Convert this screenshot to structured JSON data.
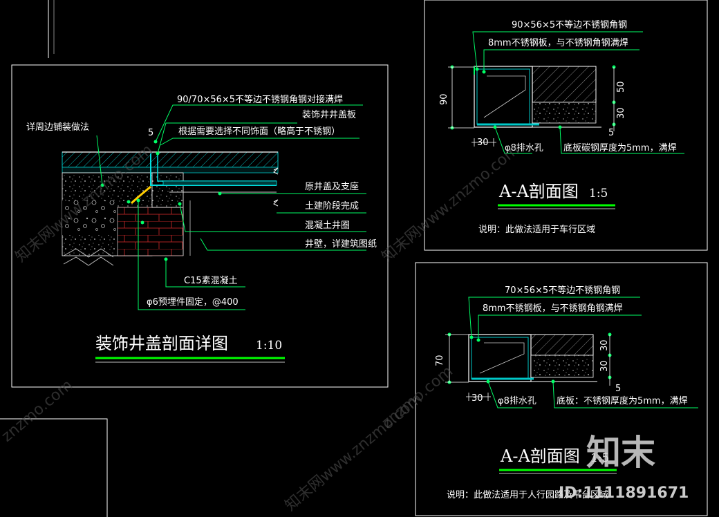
{
  "colors": {
    "frame": "#ffffff",
    "leader": "#00ff66",
    "hatch": "#00c8c8",
    "rebar": "#ffcc00",
    "underline": "#00ff00",
    "text": "#ffffff"
  },
  "left_detail": {
    "callouts": [
      "90/70×56×5不等边不锈钢角钢对接满焊",
      "装饰井井盖板",
      "根据需要选择不同饰面（略高于不锈钢）",
      "原井盖及支座",
      "土建阶段完成",
      "混凝土井圈",
      "井壁，详建筑图纸",
      "C15素混凝土",
      "φ6预埋件固定，@400",
      "详周边铺装做法"
    ],
    "dim_5": "5",
    "title": "装饰井盖剖面详图",
    "scale": "1:10"
  },
  "section_a": {
    "callouts": [
      "90×56×5不等边不锈钢角钢",
      "8mm不锈钢板，与不锈钢角钢满焊"
    ],
    "dims": {
      "height": "90",
      "top": "50",
      "mid": "30",
      "bot": "5",
      "foot": "30"
    },
    "drain": "φ8排水孔",
    "base": "底板碳钢厚度为5mm，满焊",
    "title": "A-A剖面图",
    "scale": "1:5",
    "note": "说明：此做法适用于车行区域"
  },
  "section_b": {
    "callouts": [
      "70×56×5不等边不锈钢角钢",
      "8mm不锈钢板，与不锈钢角钢满焊"
    ],
    "dims": {
      "height": "70",
      "top": "30",
      "mid": "30",
      "bot": "5",
      "foot": "30"
    },
    "drain": "φ8排水孔",
    "base": "底板：不锈钢厚度为5mm，满焊",
    "title": "A-A剖面图",
    "scale": "1:5",
    "note": "说明：此做法适用于人行园路及平台区域"
  },
  "watermark": {
    "brand": "知末",
    "id": "ID:1111891671",
    "site": "znzmo.com",
    "cn": "知末网www.znzmo.com"
  }
}
